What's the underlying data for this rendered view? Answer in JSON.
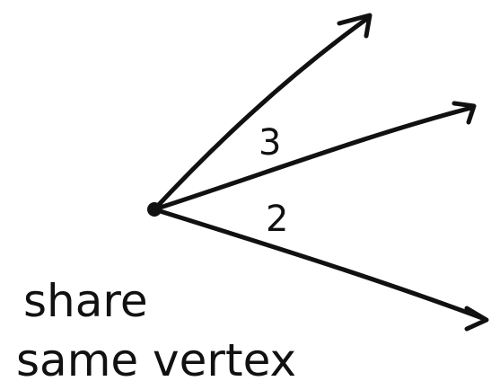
{
  "diagram": {
    "angle_labels": {
      "upper": "3",
      "lower": "2"
    },
    "caption": {
      "line1": "share",
      "line2": "same vertex"
    },
    "ink_color": "#111111",
    "background_color": "#ffffff"
  }
}
